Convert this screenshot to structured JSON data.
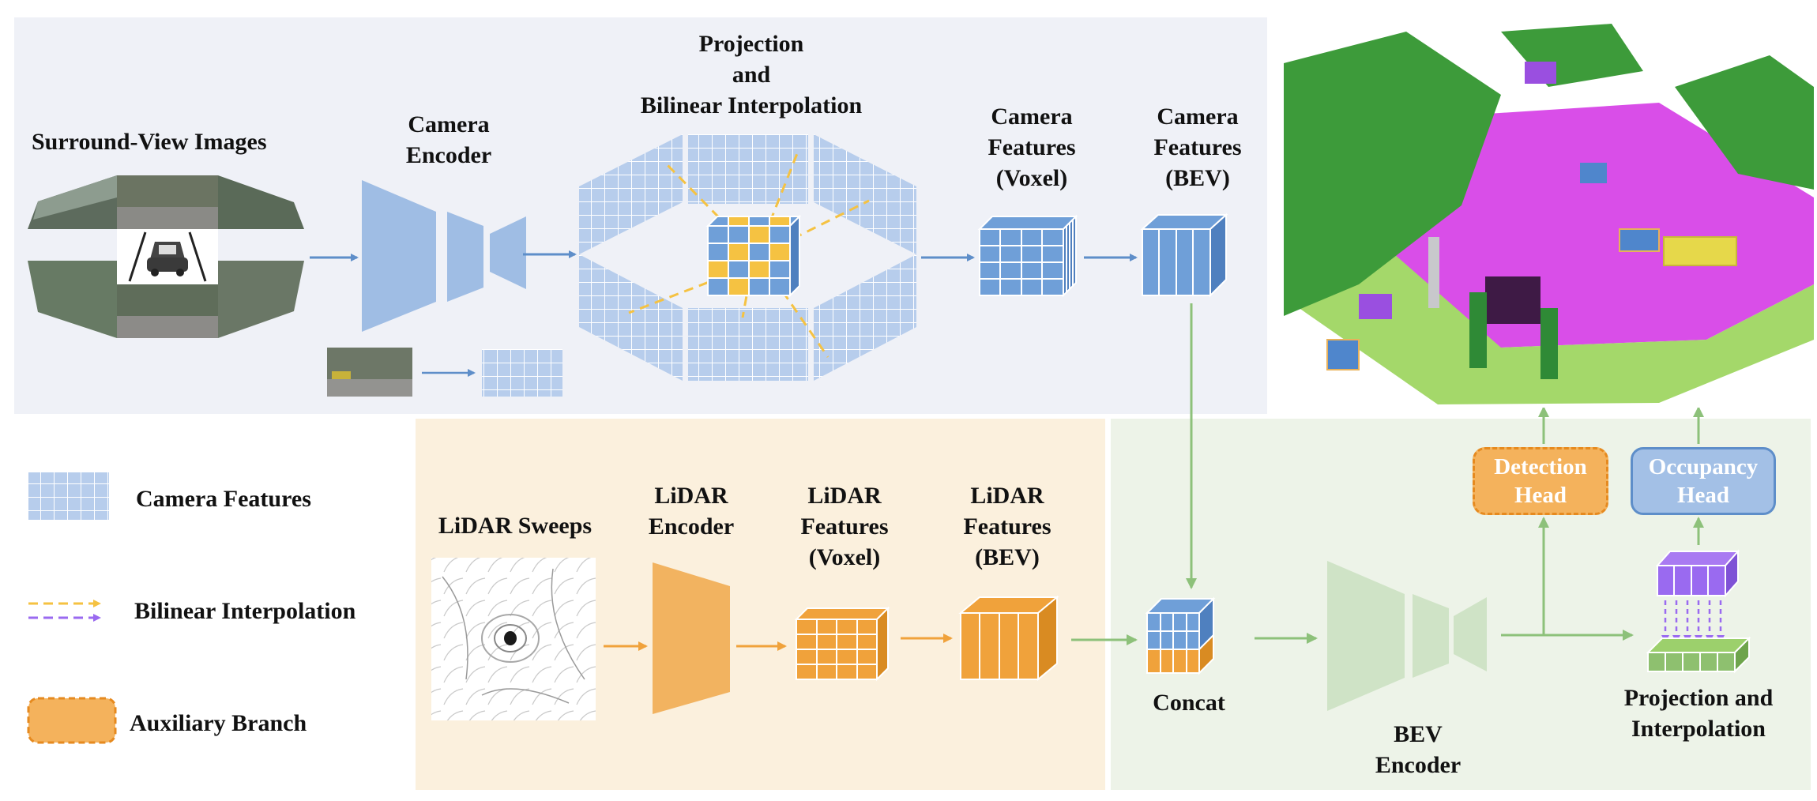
{
  "labels": {
    "surround_view_images": "Surround-View Images",
    "camera_encoder": [
      "Camera",
      "Encoder"
    ],
    "projection_bilinear": [
      "Projection",
      "and",
      "Bilinear Interpolation"
    ],
    "camera_features_voxel": [
      "Camera",
      "Features",
      "(Voxel)"
    ],
    "camera_features_bev": [
      "Camera",
      "Features",
      "(BEV)"
    ],
    "lidar_sweeps": "LiDAR Sweeps",
    "lidar_encoder": [
      "LiDAR",
      "Encoder"
    ],
    "lidar_features_voxel": [
      "LiDAR",
      "Features",
      "(Voxel)"
    ],
    "lidar_features_bev": [
      "LiDAR",
      "Features",
      "(BEV)"
    ],
    "concat": "Concat",
    "bev_encoder": [
      "BEV",
      "Encoder"
    ],
    "projection_interpolation": [
      "Projection and",
      "Interpolation"
    ],
    "detection_head": [
      "Detection",
      "Head"
    ],
    "occupancy_head": [
      "Occupancy",
      "Head"
    ]
  },
  "legend": {
    "camera_features": "Camera Features",
    "bilinear_interpolation": "Bilinear Interpolation",
    "auxiliary_branch": "Auxiliary Branch"
  },
  "colors": {
    "camera_blue": "#7fa9da",
    "camera_blue_light": "#b7cdec",
    "lidar_orange": "#f1a94a",
    "bilinear_yellow": "#f5c242",
    "bilinear_purple": "#9a6af0",
    "bev_green": "#cfe3c6",
    "occupancy_green": "#8ec06f",
    "camera_panel_bg": "#eff1f7",
    "lidar_panel_bg": "#fbf0dd",
    "fusion_panel_bg": "#edf3e8",
    "arrow_blue": "#5e8ec9",
    "arrow_orange": "#f0a23b",
    "arrow_green": "#8dc17a",
    "detection_head_fill": "#f4b25c",
    "occupancy_head_fill": "#a3c0e6",
    "scene_road": "#d94ee8",
    "scene_vegetation": "#3d9b3a",
    "scene_terrain": "#a4d86a"
  },
  "images": {
    "surround_view": "surround-view camera images around ego car",
    "single_camera": "front camera image",
    "lidar_point_cloud": "lidar-sweep-image",
    "occupancy_scene": "3d-semantic-occupancy-scene"
  }
}
